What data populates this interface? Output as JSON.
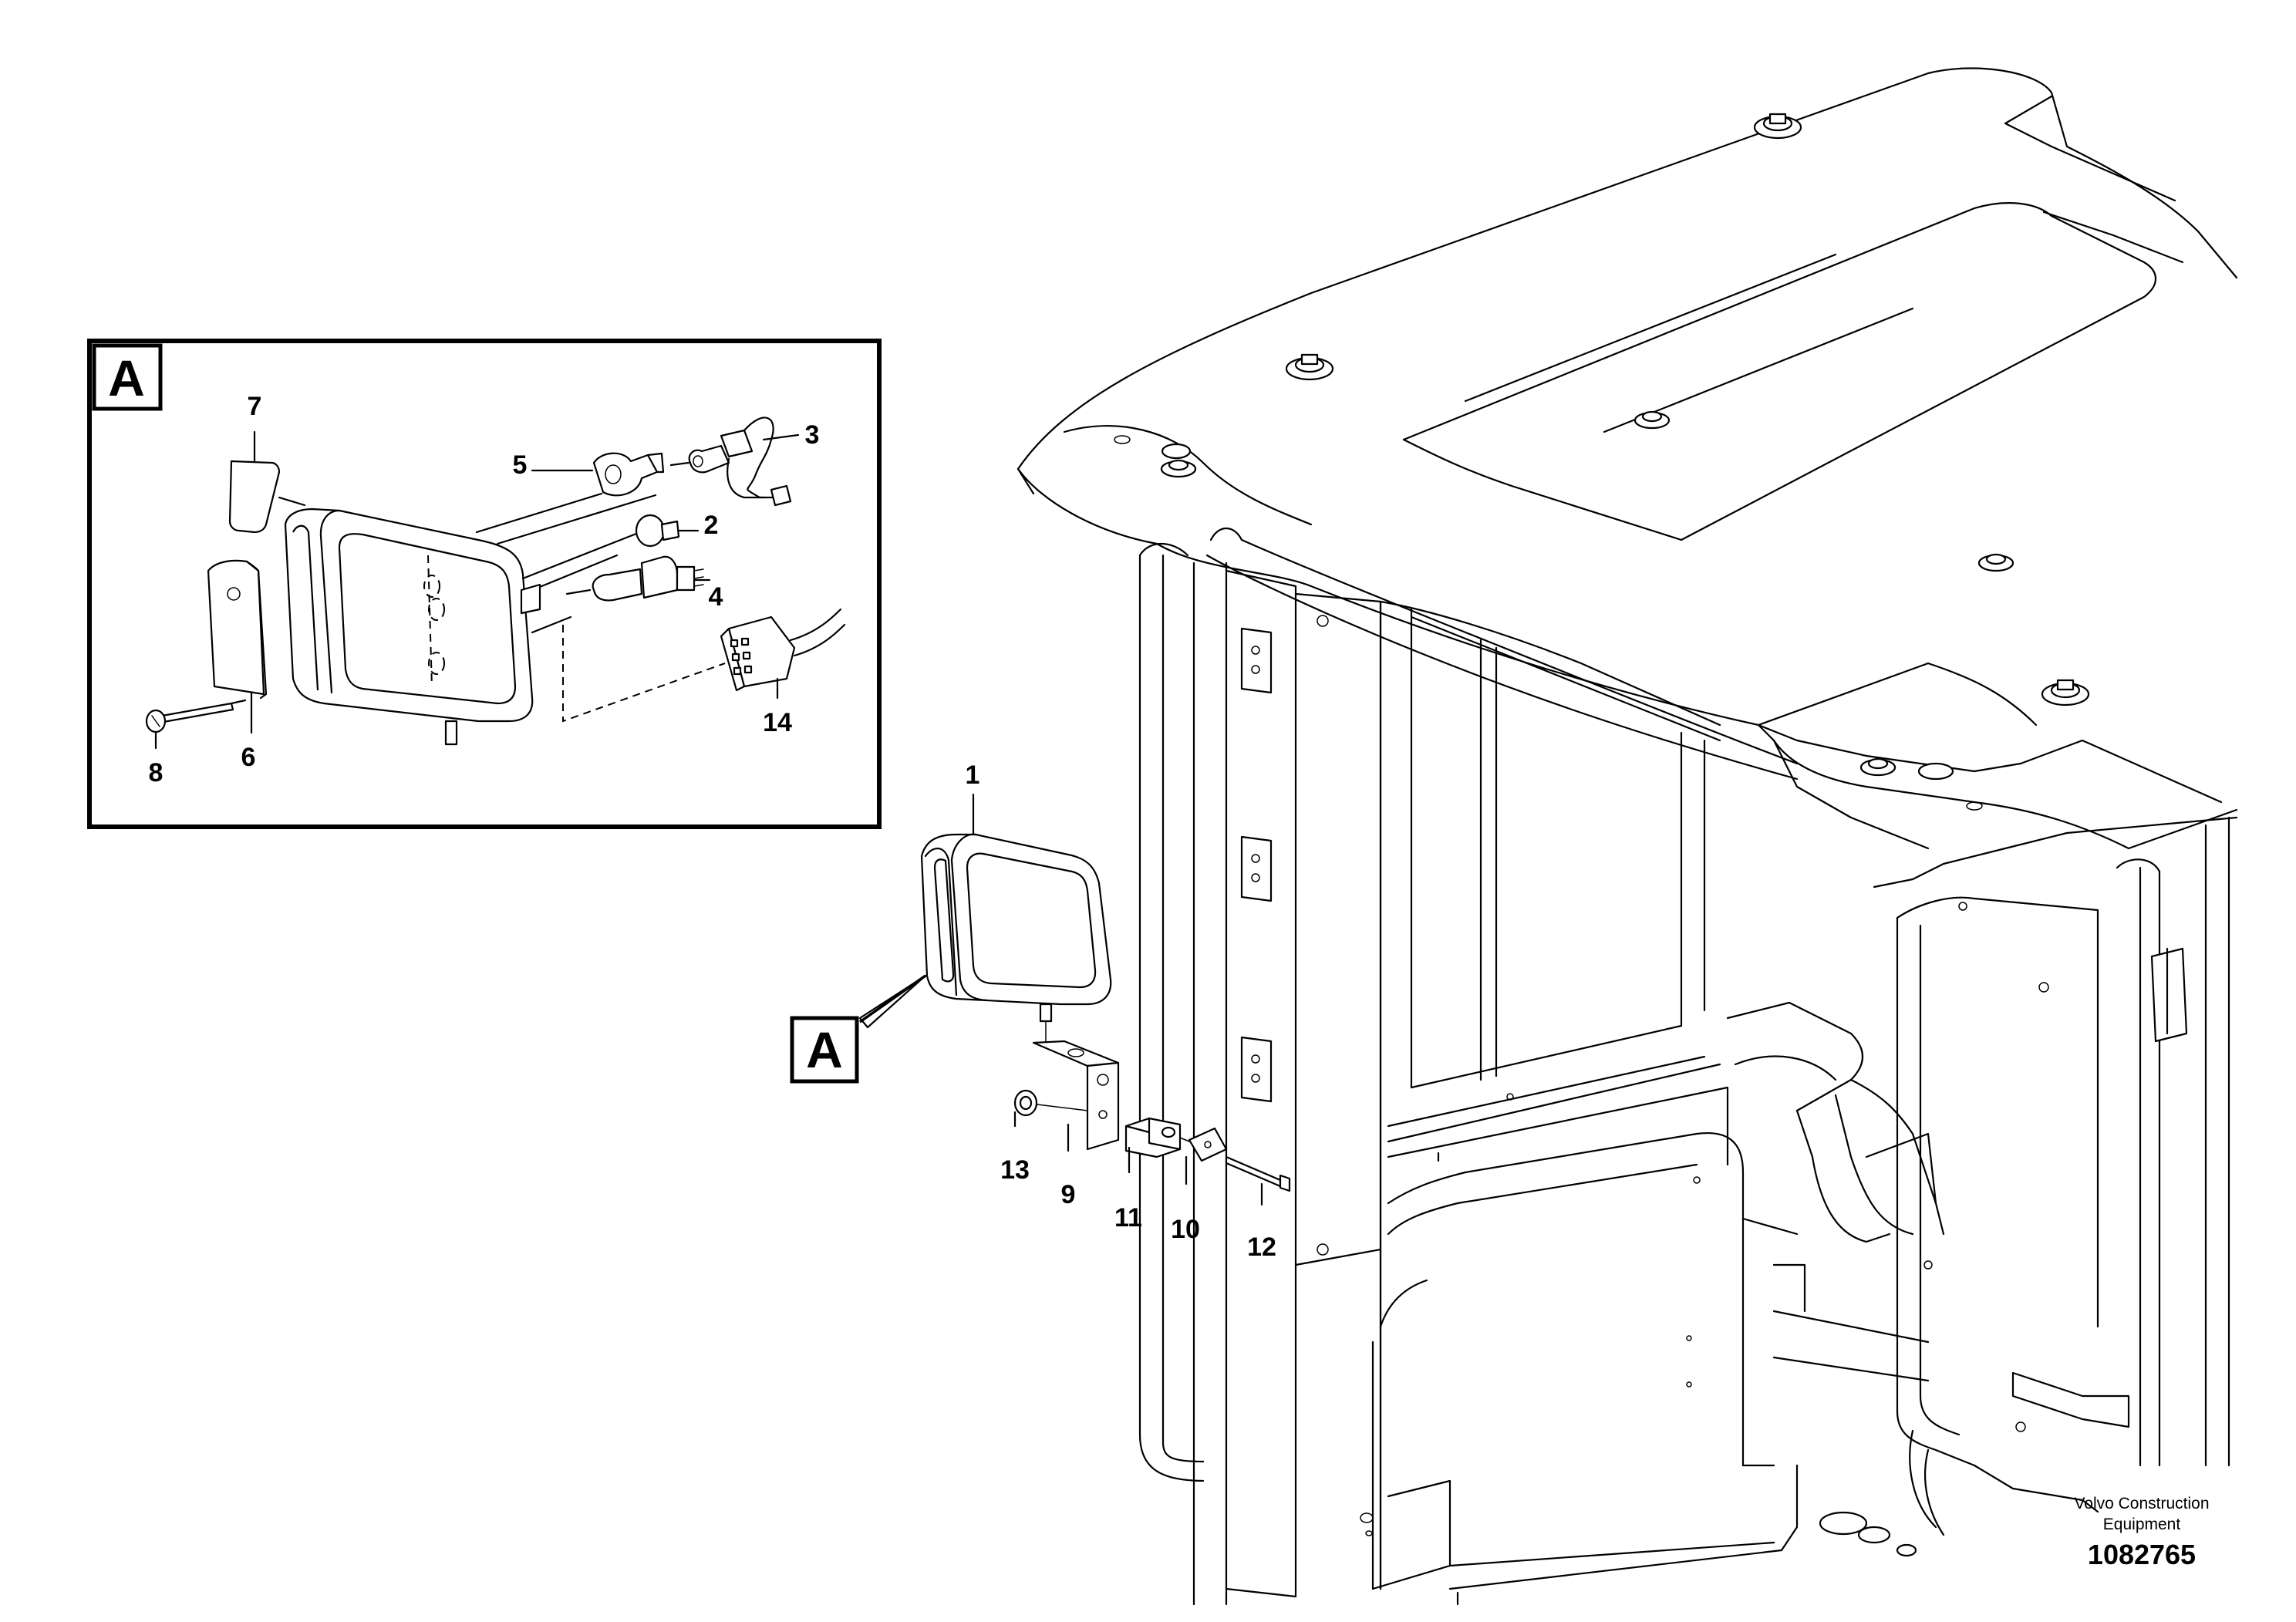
{
  "callouts": {
    "c1": "1",
    "c2": "2",
    "c3": "3",
    "c4": "4",
    "c5": "5",
    "c6": "6",
    "c7": "7",
    "c8": "8",
    "c9": "9",
    "c10": "10",
    "c11": "11",
    "c12": "12",
    "c13": "13",
    "c14": "14"
  },
  "detail_view": {
    "label": "A"
  },
  "view_marker": {
    "label": "A"
  },
  "credit": {
    "line1": "Volvo Construction",
    "line2": "Equipment"
  },
  "document_number": "1082765"
}
